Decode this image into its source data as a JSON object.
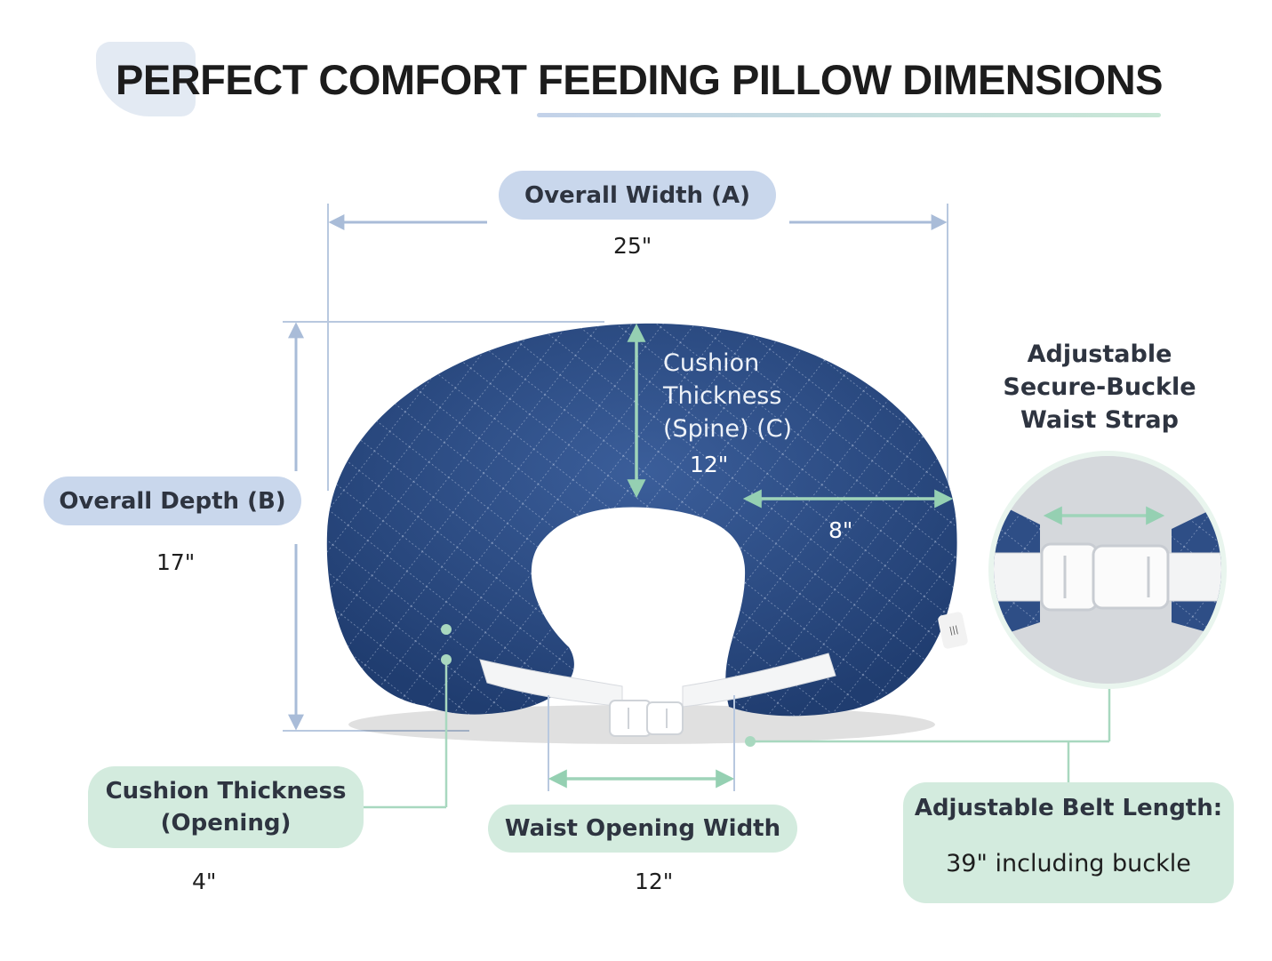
{
  "title": "PERFECT COMFORT FEEDING PILLOW DIMENSIONS",
  "labels": {
    "overall_width": "Overall Width (A)",
    "overall_width_value": "25\"",
    "overall_depth": "Overall Depth (B)",
    "overall_depth_value": "17\"",
    "spine_line1": "Cushion",
    "spine_line2": "Thickness",
    "spine_line3": "(Spine) (C)",
    "spine_value": "12\"",
    "side_value": "8\"",
    "strap_line1": "Adjustable",
    "strap_line2": "Secure-Buckle",
    "strap_line3": "Waist Strap",
    "opening_line1": "Cushion Thickness",
    "opening_line2": "(Opening)",
    "opening_value": "4\"",
    "waist_opening": "Waist Opening Width",
    "waist_opening_value": "12\"",
    "belt_title": "Adjustable Belt Length:",
    "belt_value": "39\" including buckle"
  },
  "colors": {
    "pillow": "#2e4e86",
    "pill_blue": "#c9d7ec",
    "pill_green": "#d3ebde",
    "line_blue": "#a9bcd8",
    "line_green": "#a8d8bf"
  }
}
